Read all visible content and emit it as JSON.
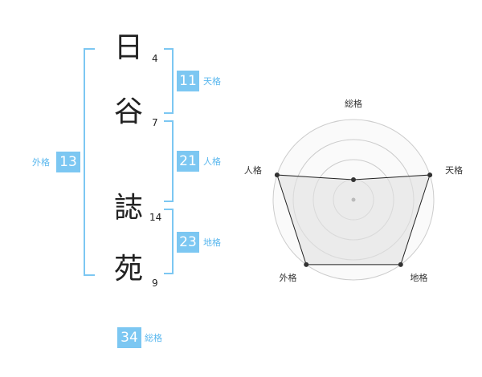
{
  "name": {
    "characters": [
      {
        "char": "日",
        "strokes": "4"
      },
      {
        "char": "谷",
        "strokes": "7"
      },
      {
        "char": "誌",
        "strokes": "14"
      },
      {
        "char": "苑",
        "strokes": "9"
      }
    ]
  },
  "scores": {
    "tenkaku": {
      "value": "11",
      "label": "天格"
    },
    "jinkaku": {
      "value": "21",
      "label": "人格"
    },
    "chikaku": {
      "value": "23",
      "label": "地格"
    },
    "gaikaku": {
      "value": "13",
      "label": "外格"
    },
    "soukaku": {
      "value": "34",
      "label": "総格"
    }
  },
  "colors": {
    "accent": "#7cc7f2",
    "accent_text": "#59b7ee",
    "radar_fill": "#eeeeee",
    "radar_line": "#222222",
    "grid": "#cccccc"
  },
  "chart_data": {
    "type": "radar",
    "categories": [
      "総格",
      "天格",
      "地格",
      "外格",
      "人格"
    ],
    "values": [
      1,
      4,
      4,
      4,
      4
    ],
    "rmax": 4,
    "rings": 4
  }
}
